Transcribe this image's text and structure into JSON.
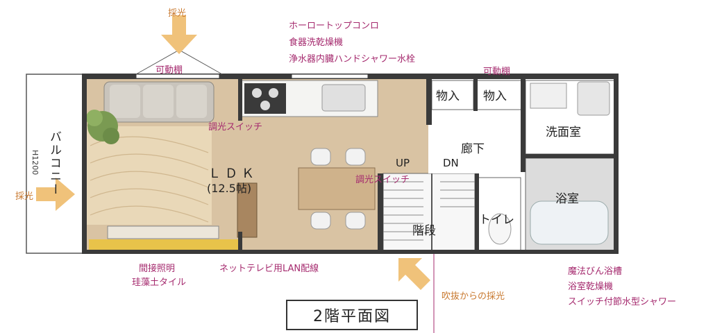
{
  "title": "2階平面図",
  "annotations": {
    "light_top": "採光",
    "light_left": "採光",
    "movable_shelf_left": "可動棚",
    "movable_shelf_right": "可動棚",
    "kitchen_line1": "ホーロートップコンロ",
    "kitchen_line2": "食器洗乾燥機",
    "kitchen_line3": "浄水器内臓ハンドシャワー水栓",
    "dimmer_switch_1": "調光スイッチ",
    "dimmer_switch_2": "調光スイッチ",
    "indirect_light": "間接照明",
    "diatom_tile": "珪藻土タイル",
    "net_tv_lan": "ネットテレビ用LAN配線",
    "stairwell_light": "吹抜からの採光",
    "bath_line1": "魔法びん浴槽",
    "bath_line2": "浴室乾燥機",
    "bath_line3": "スイッチ付節水型シャワー",
    "balcony_height": "H1200"
  },
  "rooms": {
    "balcony": "バルコニー",
    "ldk": "ＬＤＫ",
    "ldk_size": "(12.5帖)",
    "storage1": "物入",
    "storage2": "物入",
    "corridor": "廊下",
    "washroom": "洗面室",
    "bathroom": "浴室",
    "toilet": "トイレ",
    "stairs": "階段",
    "up": "UP",
    "dn": "DN"
  },
  "colors": {
    "label": "#a52a6e",
    "arrow": "#f0c27a",
    "wall": "#3a3a3a",
    "floor_wood": "#d9c3a3",
    "rug": "#e9d8b8",
    "accent_tile": "#e8c34a"
  }
}
